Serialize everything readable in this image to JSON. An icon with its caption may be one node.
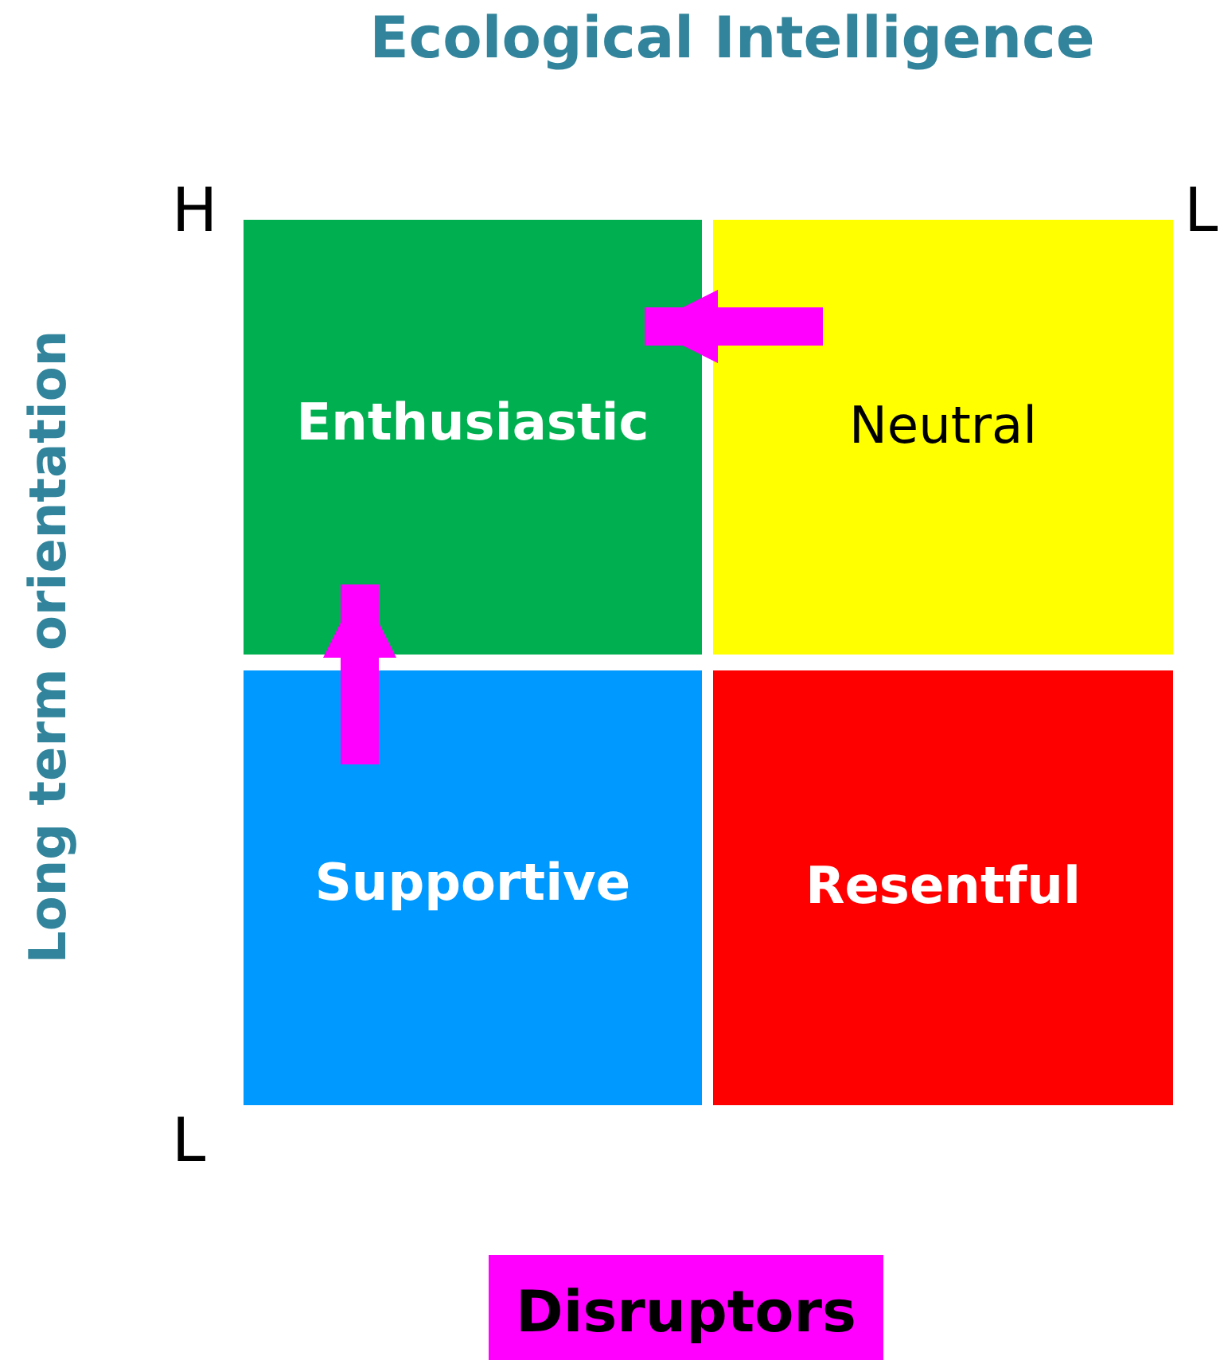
{
  "diagram": {
    "title": "Ecological Intelligence",
    "nodes": [
      {
        "text": [
          "Enthusiastic"
        ]
      },
      {
        "text": [
          "Neutral"
        ]
      },
      {
        "text": [
          "Supportive"
        ]
      },
      {
        "text": [
          "Resentful"
        ]
      }
    ],
    "edges": [
      {
        "from": 1,
        "to": 0,
        "arrow": "to"
      },
      {
        "from": 2,
        "to": 0,
        "arrow": "to"
      }
    ],
    "labels": [
      "H",
      "L",
      "Long term orientation",
      "L"
    ],
    "legend": [
      {
        "text": "Disruptors",
        "color": "#ff00ff"
      }
    ]
  }
}
